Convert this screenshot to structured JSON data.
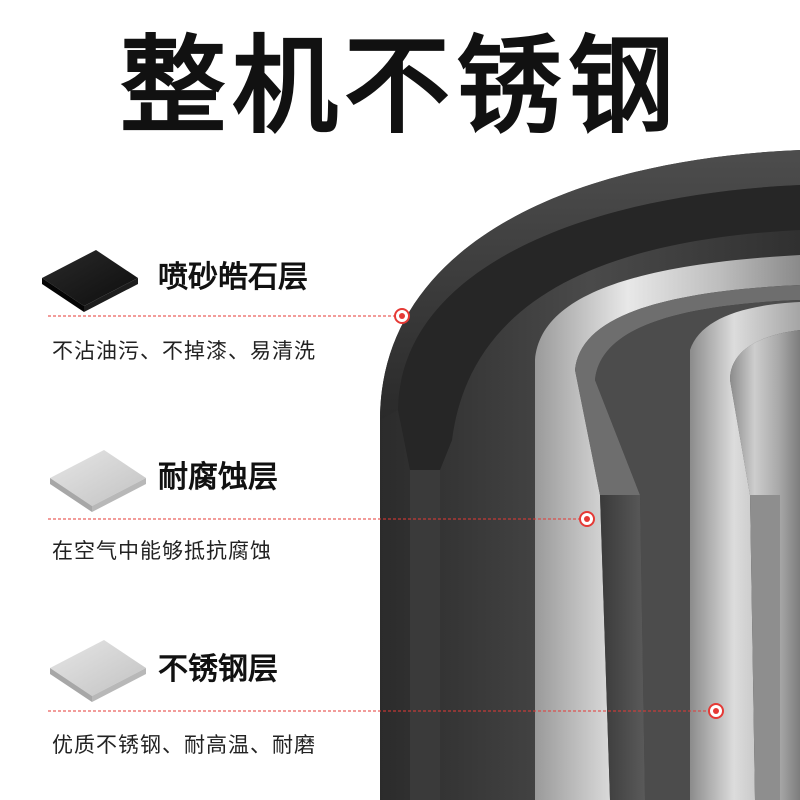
{
  "title": "整机不锈钢",
  "colors": {
    "marker": "#e53935",
    "stone_swatch": "#1a1a1a",
    "steel_swatch": "#d4d4d4"
  },
  "layers": [
    {
      "name": "喷砂皓石层",
      "desc": "不沾油污、不掉漆、易清洗",
      "swatch": "dark-stone"
    },
    {
      "name": "耐腐蚀层",
      "desc": "在空气中能够抵抗腐蚀",
      "swatch": "light-steel"
    },
    {
      "name": "不锈钢层",
      "desc": "优质不锈钢、耐高温、耐磨",
      "swatch": "light-steel"
    }
  ]
}
